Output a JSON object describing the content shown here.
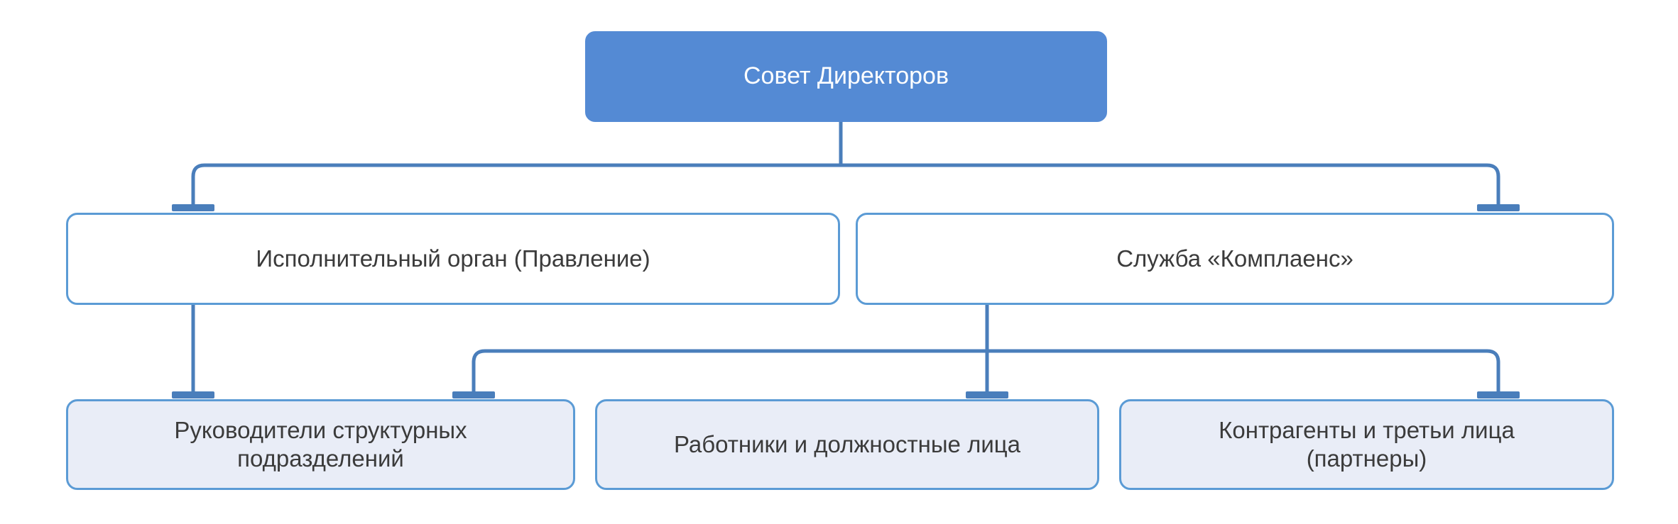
{
  "diagram": {
    "type": "org-chart",
    "title_text": "",
    "colors": {
      "root_fill": "#548ad4",
      "root_text": "#ffffff",
      "mid_fill": "#ffffff",
      "leaf_fill": "#e9edf7",
      "border": "#5b9bd5",
      "connector": "#4a7ebb",
      "body_text": "#3b3b3b",
      "background": "#ffffff"
    },
    "levels": [
      {
        "level": 1,
        "nodes": [
          {
            "id": "board",
            "label": "Совет Директоров",
            "style": "root"
          }
        ]
      },
      {
        "level": 2,
        "nodes": [
          {
            "id": "executive",
            "label": "Исполнительный орган (Правление)",
            "style": "mid"
          },
          {
            "id": "compliance",
            "label": "Служба «Комплаенс»",
            "style": "mid"
          }
        ]
      },
      {
        "level": 3,
        "nodes": [
          {
            "id": "heads",
            "label": "Руководители структурных\nподразделений",
            "style": "leaf"
          },
          {
            "id": "employees",
            "label": "Работники и должностные лица",
            "style": "leaf"
          },
          {
            "id": "counterparties",
            "label": "Контрагенты и третьи лица\n(партнеры)",
            "style": "leaf"
          }
        ]
      }
    ],
    "edges": [
      {
        "from": "board",
        "to": "executive"
      },
      {
        "from": "board",
        "to": "compliance"
      },
      {
        "from": "executive",
        "to": "heads"
      },
      {
        "from": "compliance",
        "to": "heads"
      },
      {
        "from": "compliance",
        "to": "employees"
      },
      {
        "from": "compliance",
        "to": "counterparties"
      }
    ]
  }
}
